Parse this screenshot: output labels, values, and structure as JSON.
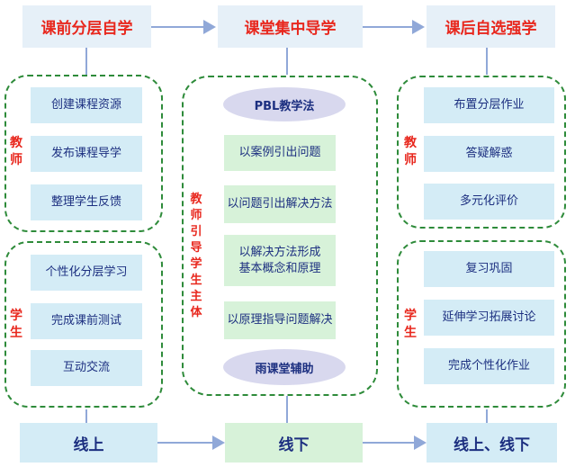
{
  "headers": [
    "课前分层自学",
    "课堂集中导学",
    "课后自选强学"
  ],
  "left": {
    "teacher_label": "教师",
    "teacher_items": [
      "创建课程资源",
      "发布课程导学",
      "整理学生反馈"
    ],
    "student_label": "学生",
    "student_items": [
      "个性化分层学习",
      "完成课前测试",
      "互动交流"
    ]
  },
  "middle": {
    "top_pill": "PBL教学法",
    "bottom_pill": "雨课堂辅助",
    "teacher_label": "教师引导",
    "student_label": "学生主体",
    "items": [
      "以案例引出问题",
      "以问题引出解决方法",
      "以解决方法形成基本概念和原理",
      "以原理指导问题解决"
    ]
  },
  "right": {
    "teacher_label": "教师",
    "teacher_items": [
      "布置分层作业",
      "答疑解惑",
      "多元化评价"
    ],
    "student_label": "学生",
    "student_items": [
      "复习巩固",
      "延伸学习拓展讨论",
      "完成个性化作业"
    ]
  },
  "footer": [
    "线上",
    "线下",
    "线上、线下"
  ],
  "colors": {
    "title_red": "#e8271d",
    "text_navy": "#1c2f80",
    "dashed_green": "#2e8b3a",
    "box_blue": "#d4ecf6",
    "box_green": "#d7f2d9",
    "arrow": "#90a8d8"
  }
}
